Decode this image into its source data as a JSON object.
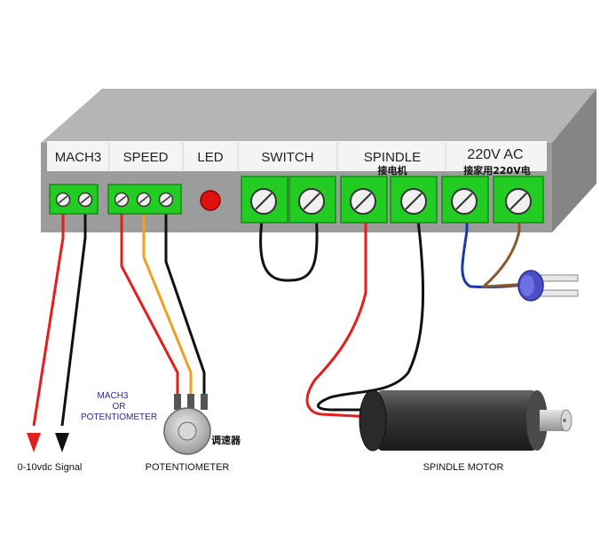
{
  "controller": {
    "labels": {
      "mach3": "MACH3",
      "speed": "SPEED",
      "led": "LED",
      "switch": "SWITCH",
      "spindle": "SPINDLE",
      "ac": "220V AC"
    },
    "notes": {
      "spindle_cn": "接电机",
      "ac_cn": "接家用220V电"
    }
  },
  "signal": {
    "label": "0-10vdc Signal"
  },
  "potentiometer": {
    "label": "POTENTIOMETER",
    "alt_label_1": "MACH3",
    "alt_label_2": "OR",
    "alt_label_3": "POTENTIOMETER",
    "note_cn": "调速器"
  },
  "motor": {
    "label": "SPINDLE MOTOR"
  },
  "colors": {
    "housing_top": "#b5b5b5",
    "housing_front": "#9c9c9c",
    "housing_side": "#858585",
    "label_strip": "#f4f4f4",
    "terminal_green": "#22cc22",
    "wire_red": "#e51d1d",
    "wire_black": "#111111",
    "wire_orange": "#f0a020",
    "wire_blue": "#1a3aa8",
    "wire_brown": "#8a5a2a",
    "led": "#e01010",
    "alt_label_blue": "#2a2a9a"
  }
}
